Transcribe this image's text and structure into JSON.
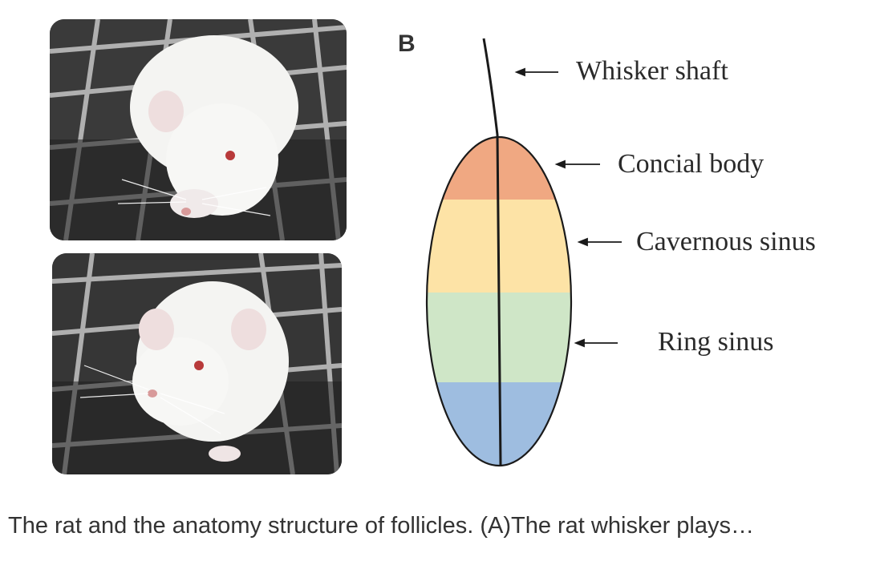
{
  "figure": {
    "panel_b_letter": "B",
    "labels": {
      "whisker_shaft": "Whisker shaft",
      "conical_body": "Concial body",
      "cavernous_sinus": "Cavernous sinus",
      "ring_sinus": "Ring sinus"
    },
    "colors": {
      "conical_body": "#f0a882",
      "cavernous_sinus": "#fde3a6",
      "ring_sinus": "#cfe6c7",
      "bottom": "#9ebde0"
    }
  },
  "caption": "The rat and the anatomy structure of follicles. (A)The rat whisker plays…"
}
